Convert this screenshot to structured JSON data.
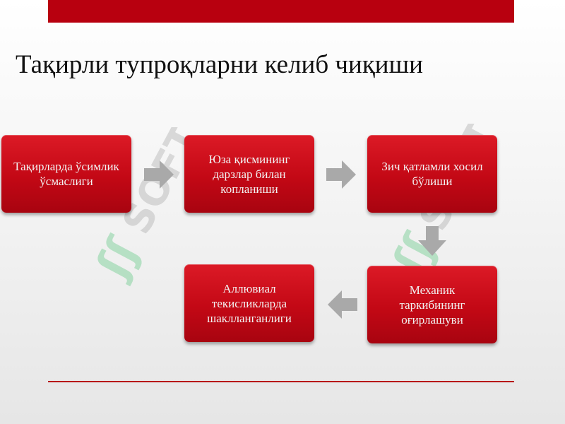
{
  "slide": {
    "title": "Тақирли тупроқларни келиб чиқиши"
  },
  "flow": {
    "steps": [
      {
        "label": "Тақирларда ўсимлик ўсмаслиги"
      },
      {
        "label": "Юза қисмининг дарзлар билан копланиши"
      },
      {
        "label": "Зич қатламли хосил бўлиши"
      },
      {
        "label": "Механик таркибининг оғирлашуви"
      },
      {
        "label": "Аллювиал текисликларда шаклланганлиги"
      }
    ]
  },
  "watermark": {
    "text": "SOFT"
  },
  "colors": {
    "accent": "#b8000f",
    "box": "#c30815",
    "arrow": "#a9a9a9",
    "watermark_green": "#3fbf6a",
    "watermark_grey": "#9a9a9a"
  }
}
